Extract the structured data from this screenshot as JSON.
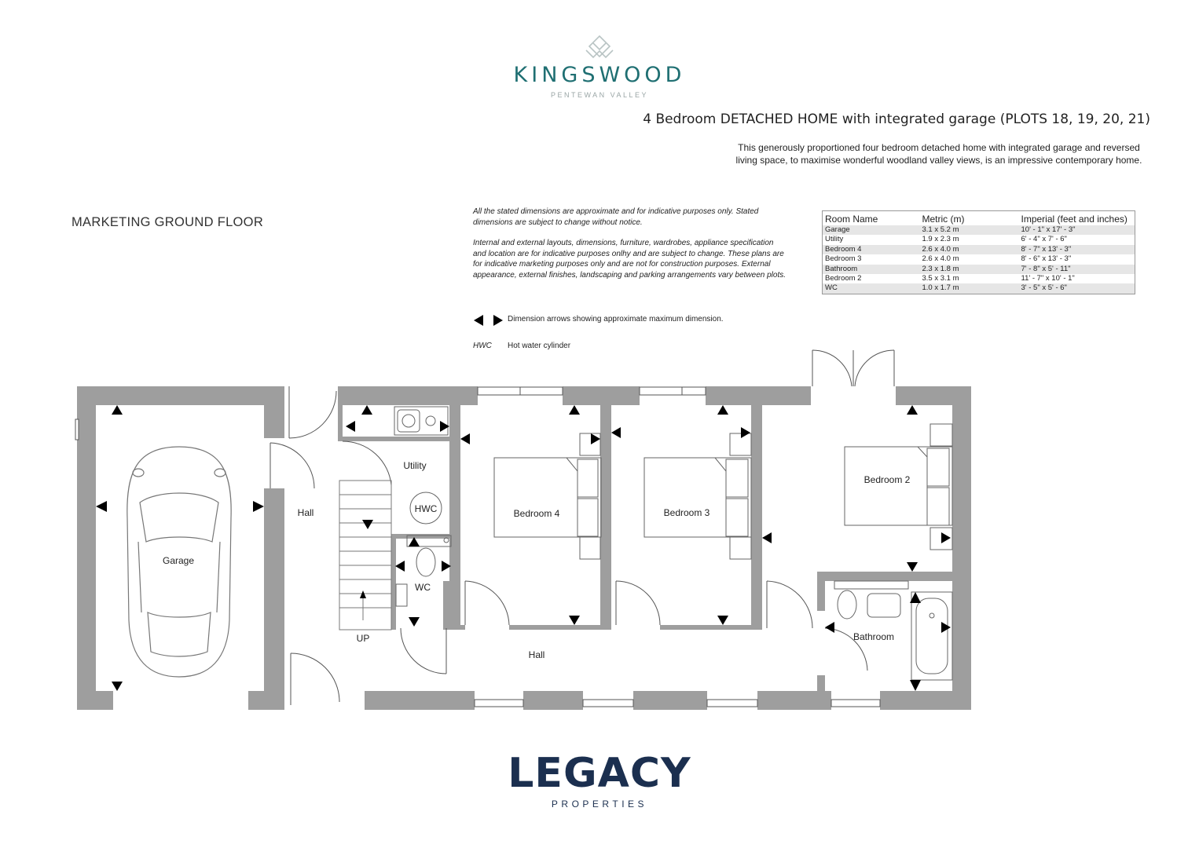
{
  "brand": {
    "name": "KINGSWOOD",
    "location": "PENTEWAN VALLEY",
    "logo_icon": "diamond-chevron-logo-icon",
    "accent_color": "#1f6f72"
  },
  "house": {
    "title": "4 Bedroom DETACHED HOME with integrated garage (PLOTS 18, 19, 20, 21)",
    "description": "This generously proportioned four bedroom detached home with integrated garage and reversed living space, to maximise wonderful woodland valley views, is an impressive contemporary home."
  },
  "floor_title": "MARKETING GROUND FLOOR",
  "notes": {
    "line1": "All the stated dimensions are approximate and for indicative purposes only. Stated dimensions are subject to change without notice.",
    "line2": "Internal and external layouts, dimensions, furniture, wardrobes, appliance specification and location are for indicative purposes onlhy and are subject to change. These plans are for indicative marketing purposes only and are not for construction purposes. External appearance, external finishes, landscaping and parking arrangements vary between plots."
  },
  "legend": {
    "dimension_text": "Dimension arrows showing approximate maximum dimension.",
    "hwc_abbr": "HWC",
    "hwc_text": "Hot water cylinder"
  },
  "room_table": {
    "headers": [
      "Room Name",
      "Metric (m)",
      "Imperial (feet and inches)"
    ],
    "rows": [
      {
        "name": "Garage",
        "metric": "3.1 x 5.2 m",
        "imperial": "10' - 1\" x 17' - 3\""
      },
      {
        "name": "Utility",
        "metric": "1.9 x 2.3 m",
        "imperial": "6' - 4\" x 7' - 6\""
      },
      {
        "name": "Bedroom 4",
        "metric": "2.6 x 4.0 m",
        "imperial": "8' - 7\" x 13' - 3\""
      },
      {
        "name": "Bedroom 3",
        "metric": "2.6 x 4.0 m",
        "imperial": "8' - 6\" x 13' - 3\""
      },
      {
        "name": "Bathroom",
        "metric": "2.3 x 1.8 m",
        "imperial": "7' - 8\" x 5' - 11\""
      },
      {
        "name": "Bedroom 2",
        "metric": "3.5 x 3.1 m",
        "imperial": "11' - 7\" x 10' - 1\""
      },
      {
        "name": "WC",
        "metric": "1.0 x 1.7 m",
        "imperial": "3' - 5\" x 5' - 6\""
      }
    ]
  },
  "plan_labels": {
    "garage": "Garage",
    "hall_left": "Hall",
    "utility": "Utility",
    "hwc": "HWC",
    "wc": "WC",
    "up": "UP",
    "bedroom4": "Bedroom 4",
    "bedroom3": "Bedroom 3",
    "bedroom2": "Bedroom 2",
    "bathroom": "Bathroom",
    "hall_main": "Hall"
  },
  "colors": {
    "wall": "#9e9e9e",
    "line": "#555555",
    "arrow": "#000000"
  },
  "footer": {
    "name": "LEGACY",
    "sub": "PROPERTIES",
    "color": "#1b2f4f"
  }
}
